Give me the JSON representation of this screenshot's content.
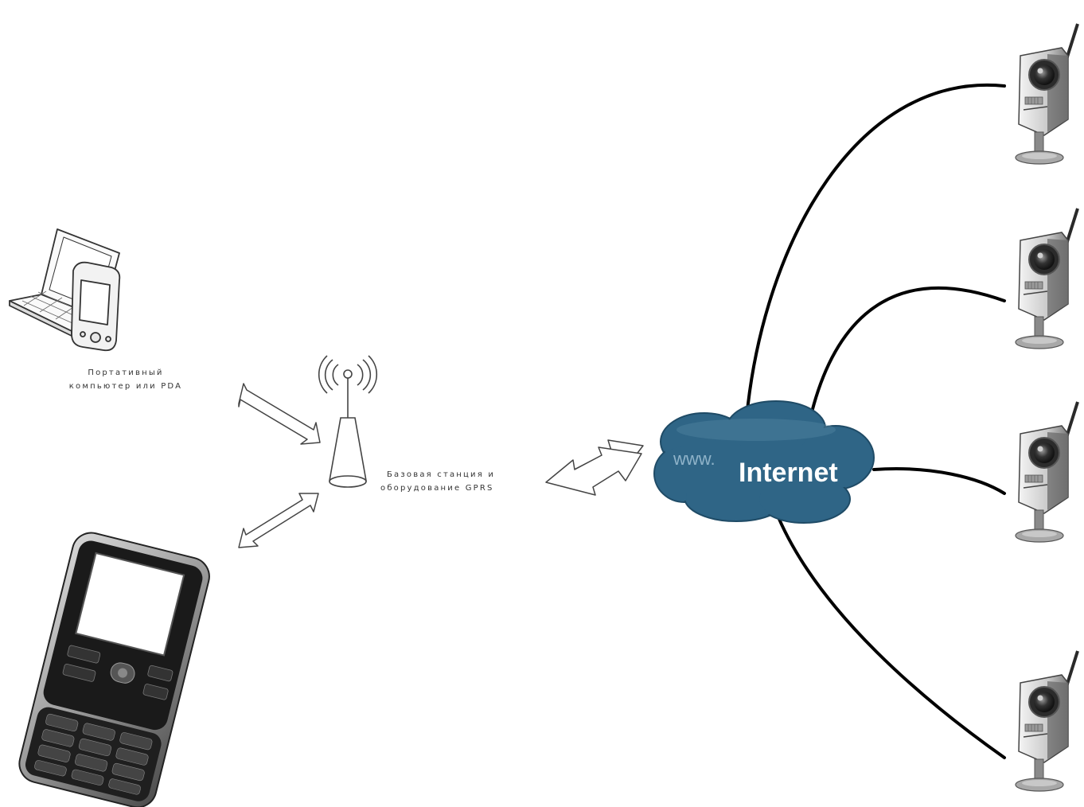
{
  "laptop_caption": {
    "line1": "Портативный",
    "line2": "компьютер или PDA"
  },
  "station_caption": {
    "line1": "Базовая станция и",
    "line2": "оборудование GPRS"
  },
  "cloud": {
    "prefix": "www.",
    "label": "Internet",
    "fill": "#2f6586",
    "label_color": "#ffffff",
    "prefix_color": "#8fb3c9"
  },
  "icons": {
    "laptop": "laptop-icon",
    "pda": "pda-icon",
    "phone": "slider-phone-icon",
    "base_station": "base-station-antenna-icon",
    "camera": "ip-camera-icon"
  },
  "colors": {
    "cable": "#000000",
    "arrow_outline": "#444444",
    "background": "#ffffff"
  }
}
